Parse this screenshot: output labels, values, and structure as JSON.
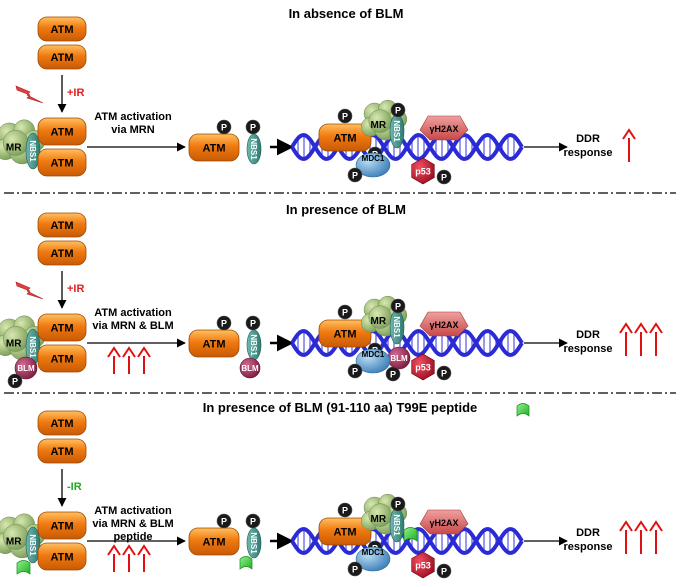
{
  "panels": [
    {
      "title": "In absence of BLM",
      "treatment": "+IR",
      "activation_text": [
        "ATM activation",
        "via MRN"
      ],
      "blm_present": false,
      "peptide_present": false,
      "response_arrows": 1,
      "output": [
        "DDR",
        "response"
      ]
    },
    {
      "title": "In presence of BLM",
      "treatment": "+IR",
      "activation_text": [
        "ATM activation",
        "via MRN & BLM"
      ],
      "blm_present": true,
      "peptide_present": false,
      "response_arrows": 3,
      "output": [
        "DDR",
        "response"
      ]
    },
    {
      "title": "In presence of BLM (91-110 aa) T99E peptide",
      "treatment": "-IR",
      "activation_text": [
        "ATM activation",
        "via MRN & BLM",
        "peptide"
      ],
      "blm_present": false,
      "peptide_present": true,
      "response_arrows": 3,
      "output": [
        "DDR",
        "response"
      ]
    }
  ],
  "labels": {
    "atm": "ATM",
    "mr": "MR",
    "nbs1": "NBS1",
    "blm": "BLM",
    "p": "P",
    "mdc1": "MDC1",
    "p53": "p53",
    "h2ax": "γH2AX"
  },
  "colors": {
    "atm": "#f07a10",
    "atm_highlight": "#ffc060",
    "mr": "#8fb06a",
    "nbs1": "#3f8f86",
    "blm": "#9c2a55",
    "p_circle": "#1a1a1a",
    "mdc1": "#5f9fd0",
    "p53": "#c8102e",
    "h2ax": "#d85a5a",
    "dna": "#2b2bd6",
    "irradiation": "#e04040",
    "plus_ir": "#e02020",
    "minus_ir": "#22aa22",
    "peptide": "#33cc33",
    "response_arrow": "#e01010"
  },
  "icons": [
    "lightning-icon",
    "dna-helix-icon",
    "up-arrow-icon",
    "peptide-square-icon"
  ]
}
